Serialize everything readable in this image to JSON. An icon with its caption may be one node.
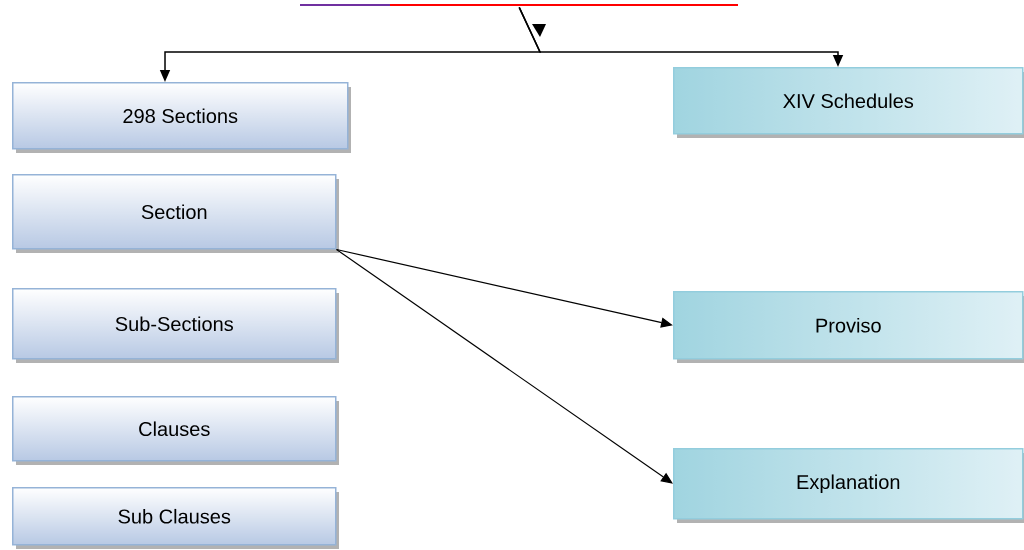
{
  "diagram": {
    "nodes": [
      {
        "text": [],
        "shape": "bar"
      },
      {
        "text": [
          "298 Sections"
        ]
      },
      {
        "text": [
          "XIV Schedules"
        ]
      },
      {
        "text": [
          "Section"
        ]
      },
      {
        "text": [
          "Sub-Sections"
        ]
      },
      {
        "text": [
          "Clauses"
        ]
      },
      {
        "text": [
          "Sub Clauses"
        ]
      },
      {
        "text": [
          "Proviso"
        ]
      },
      {
        "text": [
          "Explanation"
        ]
      }
    ],
    "edges": [
      {
        "from": 0,
        "to": 1,
        "arrow": "to"
      },
      {
        "from": 0,
        "to": 2,
        "arrow": "to"
      },
      {
        "from": 3,
        "to": 7,
        "arrow": "to"
      },
      {
        "from": 3,
        "to": 8,
        "arrow": "to"
      }
    ]
  }
}
